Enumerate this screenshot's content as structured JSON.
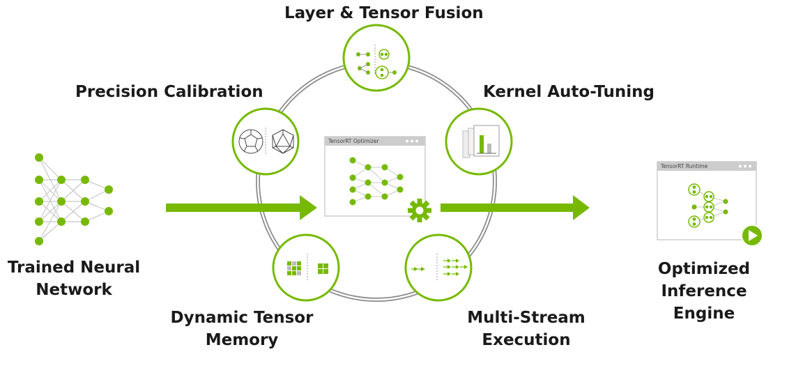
{
  "labels": {
    "fusion": "Layer & Tensor Fusion",
    "precision": "Precision Calibration",
    "kernel": "Kernel Auto-Tuning",
    "trained_line1": "Trained Neural",
    "trained_line2": "Network",
    "dynamic_line1": "Dynamic Tensor",
    "dynamic_line2": "Memory",
    "multistream_line1": "Multi-Stream",
    "multistream_line2": "Execution",
    "optimized_line1": "Optimized",
    "optimized_line2": "Inference",
    "optimized_line3": "Engine"
  },
  "windows": {
    "optimizer_title": "TensorRT Optimizer",
    "runtime_title": "TensorRT Runtime"
  },
  "colors": {
    "accent": "#76b900",
    "ring": "#8a8a8a",
    "window_bar": "#cccccc",
    "text": "#1a1a1a"
  },
  "icons": [
    "neural-network-icon",
    "gear-icon",
    "play-icon",
    "fusion-icon",
    "precision-icon",
    "kernel-bars-icon",
    "memory-grid-icon",
    "multistream-icon"
  ]
}
